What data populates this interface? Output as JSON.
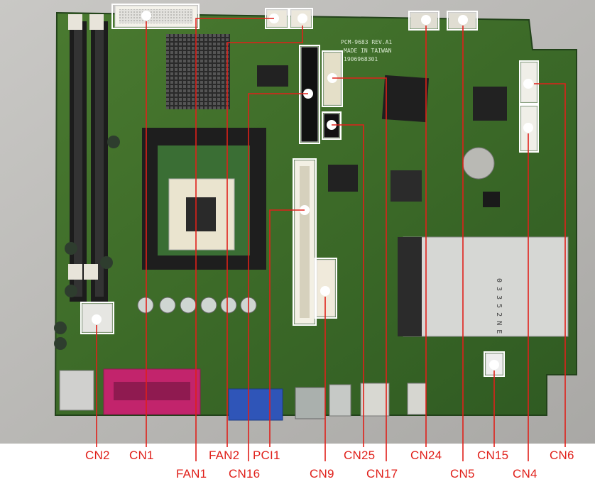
{
  "figure": {
    "title": "",
    "accent_color": "#e0201a",
    "board_color": "#3c6a2a",
    "connectors": [
      {
        "id": "cn2",
        "label": "CN2"
      },
      {
        "id": "cn1",
        "label": "CN1"
      },
      {
        "id": "fan1",
        "label": "FAN1"
      },
      {
        "id": "fan2",
        "label": "FAN2"
      },
      {
        "id": "cn16",
        "label": "CN16"
      },
      {
        "id": "pci1",
        "label": "PCI1"
      },
      {
        "id": "cn9",
        "label": "CN9"
      },
      {
        "id": "cn25",
        "label": "CN25"
      },
      {
        "id": "cn17",
        "label": "CN17"
      },
      {
        "id": "cn24",
        "label": "CN24"
      },
      {
        "id": "cn5",
        "label": "CN5"
      },
      {
        "id": "cn15",
        "label": "CN15"
      },
      {
        "id": "cn4",
        "label": "CN4"
      },
      {
        "id": "cn6",
        "label": "CN6"
      }
    ],
    "board_print": {
      "line1": "PCM-9683 REV.A1",
      "line2": "MADE IN TAIWAN",
      "line3": "1906968301",
      "card_slot_text": "0 3 3 5 2 N E"
    }
  }
}
